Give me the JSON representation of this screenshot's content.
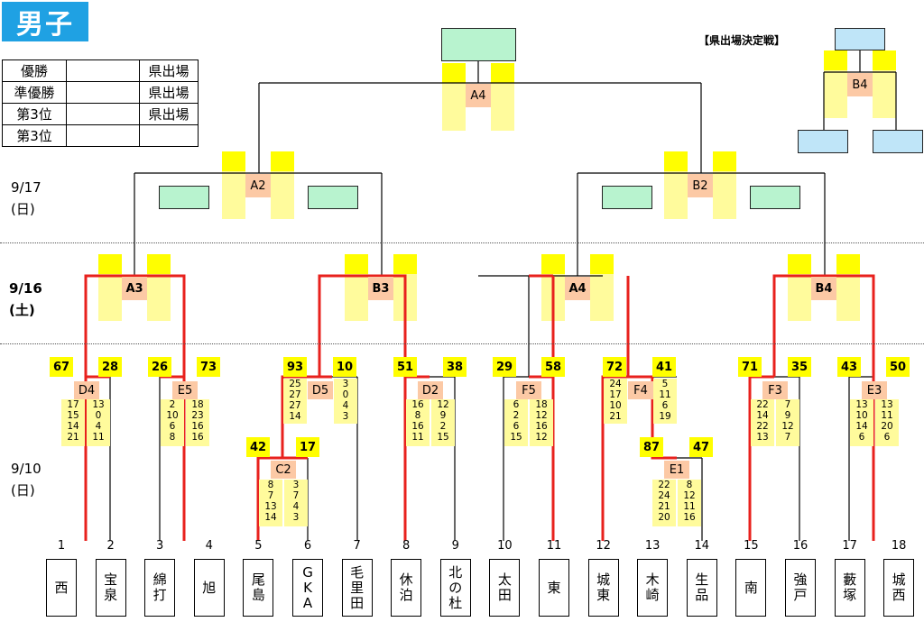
{
  "header": {
    "title": "男子"
  },
  "results": [
    {
      "rank": "優勝",
      "team": "",
      "note": "県出場"
    },
    {
      "rank": "準優勝",
      "team": "",
      "note": "県出場"
    },
    {
      "rank": "第3位",
      "team": "",
      "note": "県出場"
    },
    {
      "rank": "第3位",
      "team": "",
      "note": ""
    }
  ],
  "dates": {
    "d917_a": "9/17",
    "d917_b": "(日)",
    "d916_a": "9/16",
    "d916_b": "(土)",
    "d910_a": "9/10",
    "d910_b": "(日)"
  },
  "playoff_note": "【県出場決定戦】",
  "matches": {
    "A4top": "A4",
    "A2": "A2",
    "B2": "B2",
    "B4top": "B4",
    "A3": "A3",
    "B3": "B3",
    "A4": "A4",
    "B4": "B4",
    "D4": "D4",
    "E5": "E5",
    "D5": "D5",
    "C2": "C2",
    "D2": "D2",
    "F5": "F5",
    "F4": "F4",
    "E1": "E1",
    "F3": "F3",
    "E3": "E3"
  },
  "scores": {
    "D4": {
      "l": "67",
      "r": "28",
      "ql": "17\n15\n14\n21",
      "qr": "13\n0\n4\n11"
    },
    "E5": {
      "l": "26",
      "r": "73",
      "ql": "2\n10\n6\n8",
      "qr": "18\n23\n16\n16"
    },
    "D5": {
      "l": "93",
      "r": "10",
      "ql": "25\n27\n27\n14",
      "qr": "3\n0\n4\n3"
    },
    "C2": {
      "l": "42",
      "r": "17",
      "ql": "8\n7\n13\n14",
      "qr": "3\n7\n4\n3"
    },
    "D2": {
      "l": "51",
      "r": "38",
      "ql": "16\n8\n16\n11",
      "qr": "12\n9\n2\n15"
    },
    "F5": {
      "l": "29",
      "r": "58",
      "ql": "6\n2\n6\n15",
      "qr": "18\n12\n16\n12"
    },
    "F4": {
      "l": "72",
      "r": "41",
      "ql": "24\n17\n10\n21",
      "qr": "5\n11\n6\n19"
    },
    "E1": {
      "l": "87",
      "r": "47",
      "ql": "22\n24\n21\n20",
      "qr": "8\n12\n11\n16"
    },
    "F3": {
      "l": "71",
      "r": "35",
      "ql": "22\n14\n22\n13",
      "qr": "7\n9\n12\n7"
    },
    "E3": {
      "l": "43",
      "r": "50",
      "ql": "13\n10\n14\n6",
      "qr": "13\n11\n20\n6"
    }
  },
  "teams": [
    {
      "no": "1",
      "name": "西"
    },
    {
      "no": "2",
      "name": "宝泉"
    },
    {
      "no": "3",
      "name": "綿打"
    },
    {
      "no": "4",
      "name": "旭"
    },
    {
      "no": "5",
      "name": "尾島"
    },
    {
      "no": "6",
      "name": "GKA"
    },
    {
      "no": "7",
      "name": "毛里田"
    },
    {
      "no": "8",
      "name": "休泊"
    },
    {
      "no": "9",
      "name": "北の杜"
    },
    {
      "no": "10",
      "name": "太田"
    },
    {
      "no": "11",
      "name": "東"
    },
    {
      "no": "12",
      "name": "城東"
    },
    {
      "no": "13",
      "name": "木崎"
    },
    {
      "no": "14",
      "name": "生品"
    },
    {
      "no": "15",
      "name": "南"
    },
    {
      "no": "16",
      "name": "強戸"
    },
    {
      "no": "17",
      "name": "藪塚"
    },
    {
      "no": "18",
      "name": "城西"
    }
  ],
  "colors": {
    "winner_line": "#e8211d",
    "title_bg": "#1fa1e3",
    "score_yellow": "#fffe00",
    "light_yellow": "#fffb9c",
    "label_peach": "#fcc9a5",
    "green_box": "#b8f3cf",
    "blue_box": "#bfe5f8"
  }
}
